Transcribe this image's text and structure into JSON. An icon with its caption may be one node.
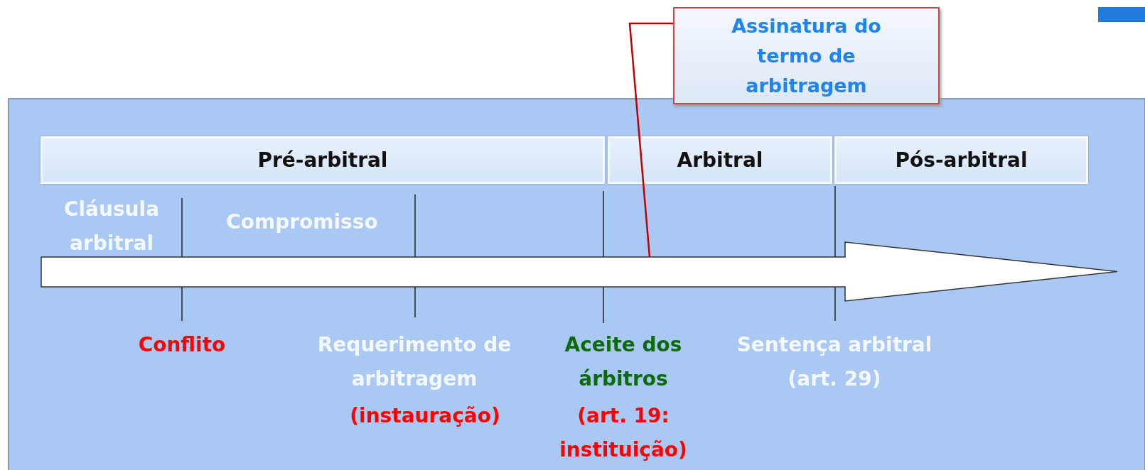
{
  "diagram": {
    "nodes": [
      {
        "text": [
          "Pré-arbitral"
        ]
      },
      {
        "text": [
          "Arbitral"
        ]
      },
      {
        "text": [
          "Pós-arbitral"
        ]
      },
      {
        "text": [
          "Assinatura do termo de arbitragem"
        ]
      },
      {
        "text": [],
        "shape": "arrow"
      }
    ],
    "edges": [
      {
        "from": 3,
        "to": 4,
        "arrow": "none"
      }
    ],
    "labels": [
      "Cláusula arbitral",
      "Compromisso",
      "Conflito",
      "Requerimento de arbitragem",
      "(instauração)",
      "Aceite dos árbitros",
      "(art. 19: instituição)",
      "Sentença arbitral (art. 29)"
    ]
  }
}
